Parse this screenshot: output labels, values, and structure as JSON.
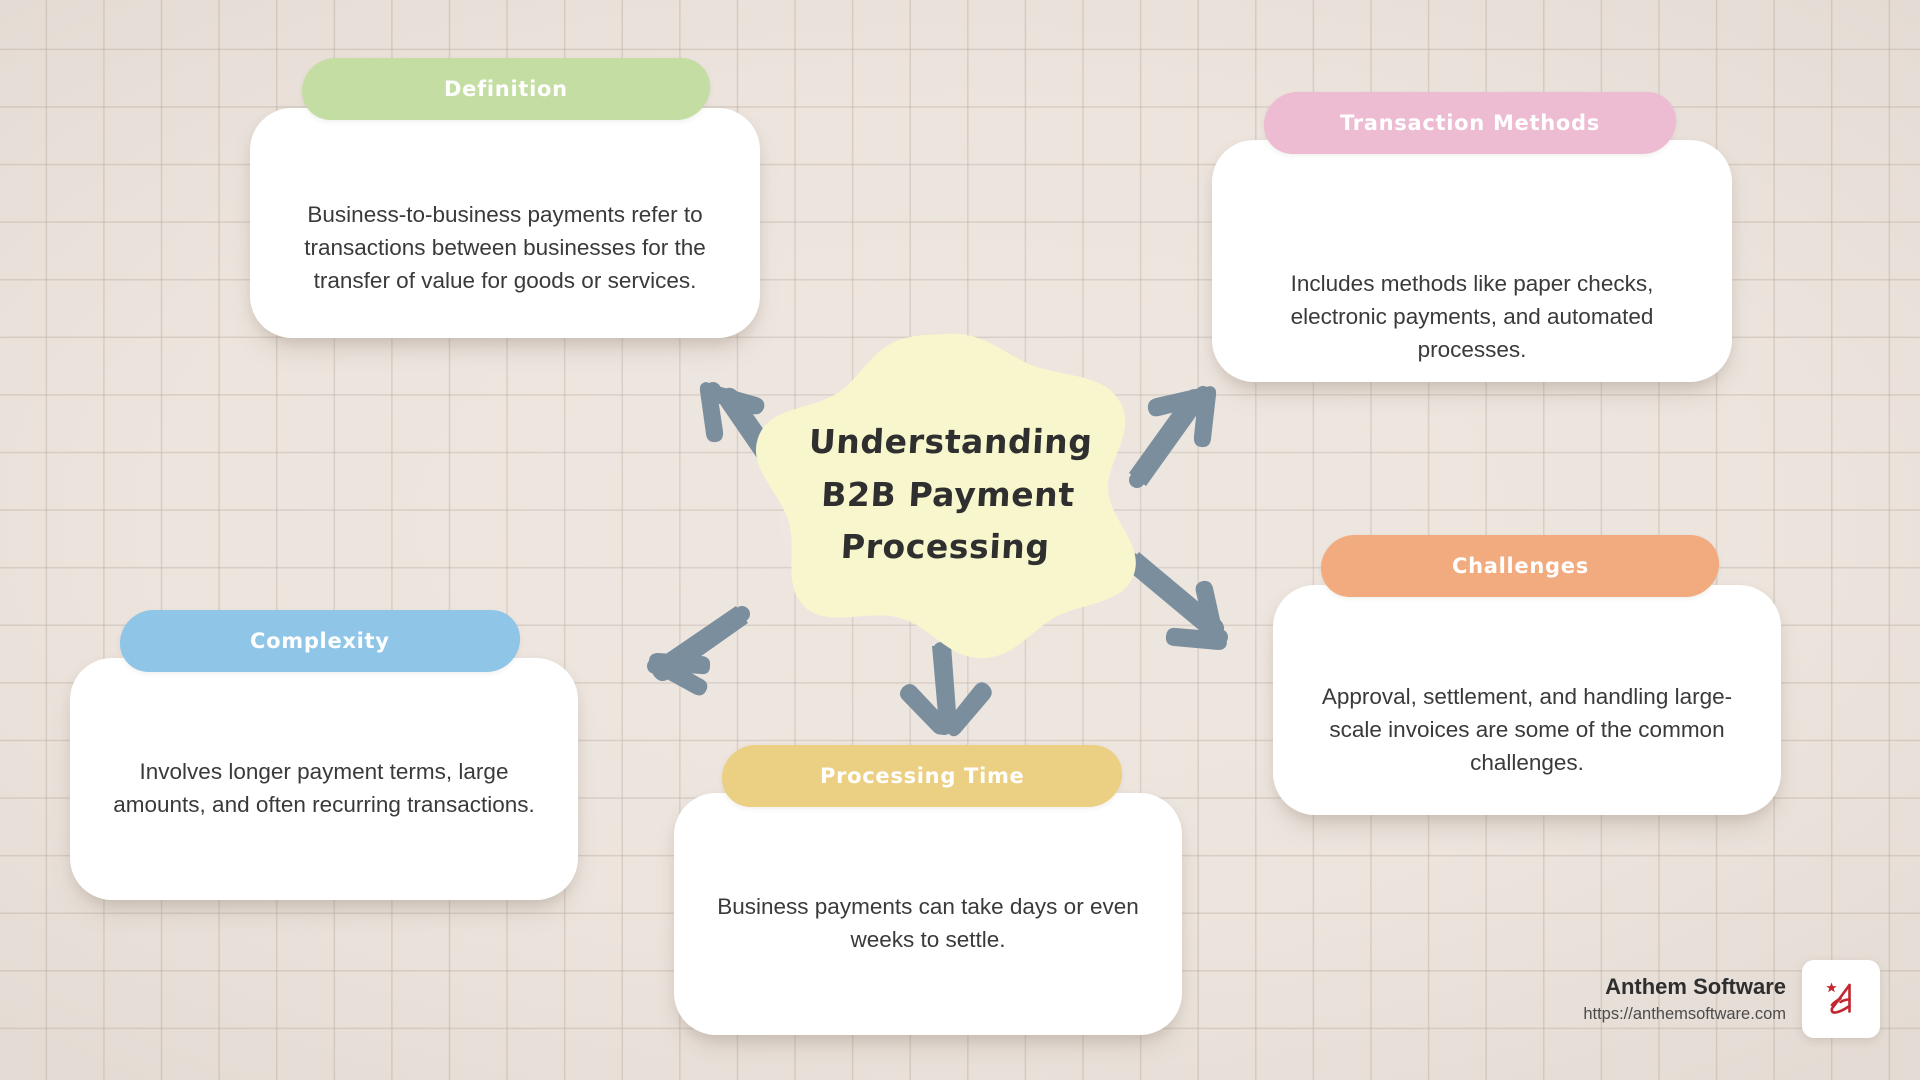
{
  "canvas": {
    "background_color": "#ece4dd",
    "grid_line_color": "#b4a89c"
  },
  "center": {
    "shape": "organic-blob",
    "fill_color": "#f7f6cd",
    "title_lines": [
      "Understanding",
      "B2B Payment",
      "Processing"
    ],
    "title_full": "Understanding B2B Payment Processing",
    "text_color": "#2f2f2f"
  },
  "arrows": {
    "color": "#7a8e9e",
    "count": 5,
    "directions": [
      "up-left",
      "up-right",
      "down-right",
      "down",
      "down-left"
    ]
  },
  "cards": [
    {
      "id": "definition",
      "title": "Definition",
      "body": "Business-to-business payments refer to transactions between businesses for the transfer of value for goods or services.",
      "pill_color": "#c3dda3",
      "body_color": "#ffffff"
    },
    {
      "id": "transaction-methods",
      "title": "Transaction Methods",
      "body": "Includes methods like paper checks, electronic payments, and automated processes.",
      "pill_color": "#edbbd2",
      "body_color": "#ffffff"
    },
    {
      "id": "challenges",
      "title": "Challenges",
      "body": "Approval, settlement, and handling large-scale invoices are some of the common challenges.",
      "pill_color": "#f2ab7e",
      "body_color": "#ffffff"
    },
    {
      "id": "processing-time",
      "title": "Processing Time",
      "body": "Business payments can take days or even weeks to settle.",
      "pill_color": "#ebcf82",
      "body_color": "#ffffff"
    },
    {
      "id": "complexity",
      "title": "Complexity",
      "body": "Involves longer payment terms, large amounts, and often recurring transactions.",
      "pill_color": "#8fc6e8",
      "body_color": "#ffffff"
    }
  ],
  "brand": {
    "name": "Anthem Software",
    "url": "https://anthemsoftware.com",
    "logo_icon": "anthem-a-star-logo",
    "logo_color": "#c3262f"
  }
}
